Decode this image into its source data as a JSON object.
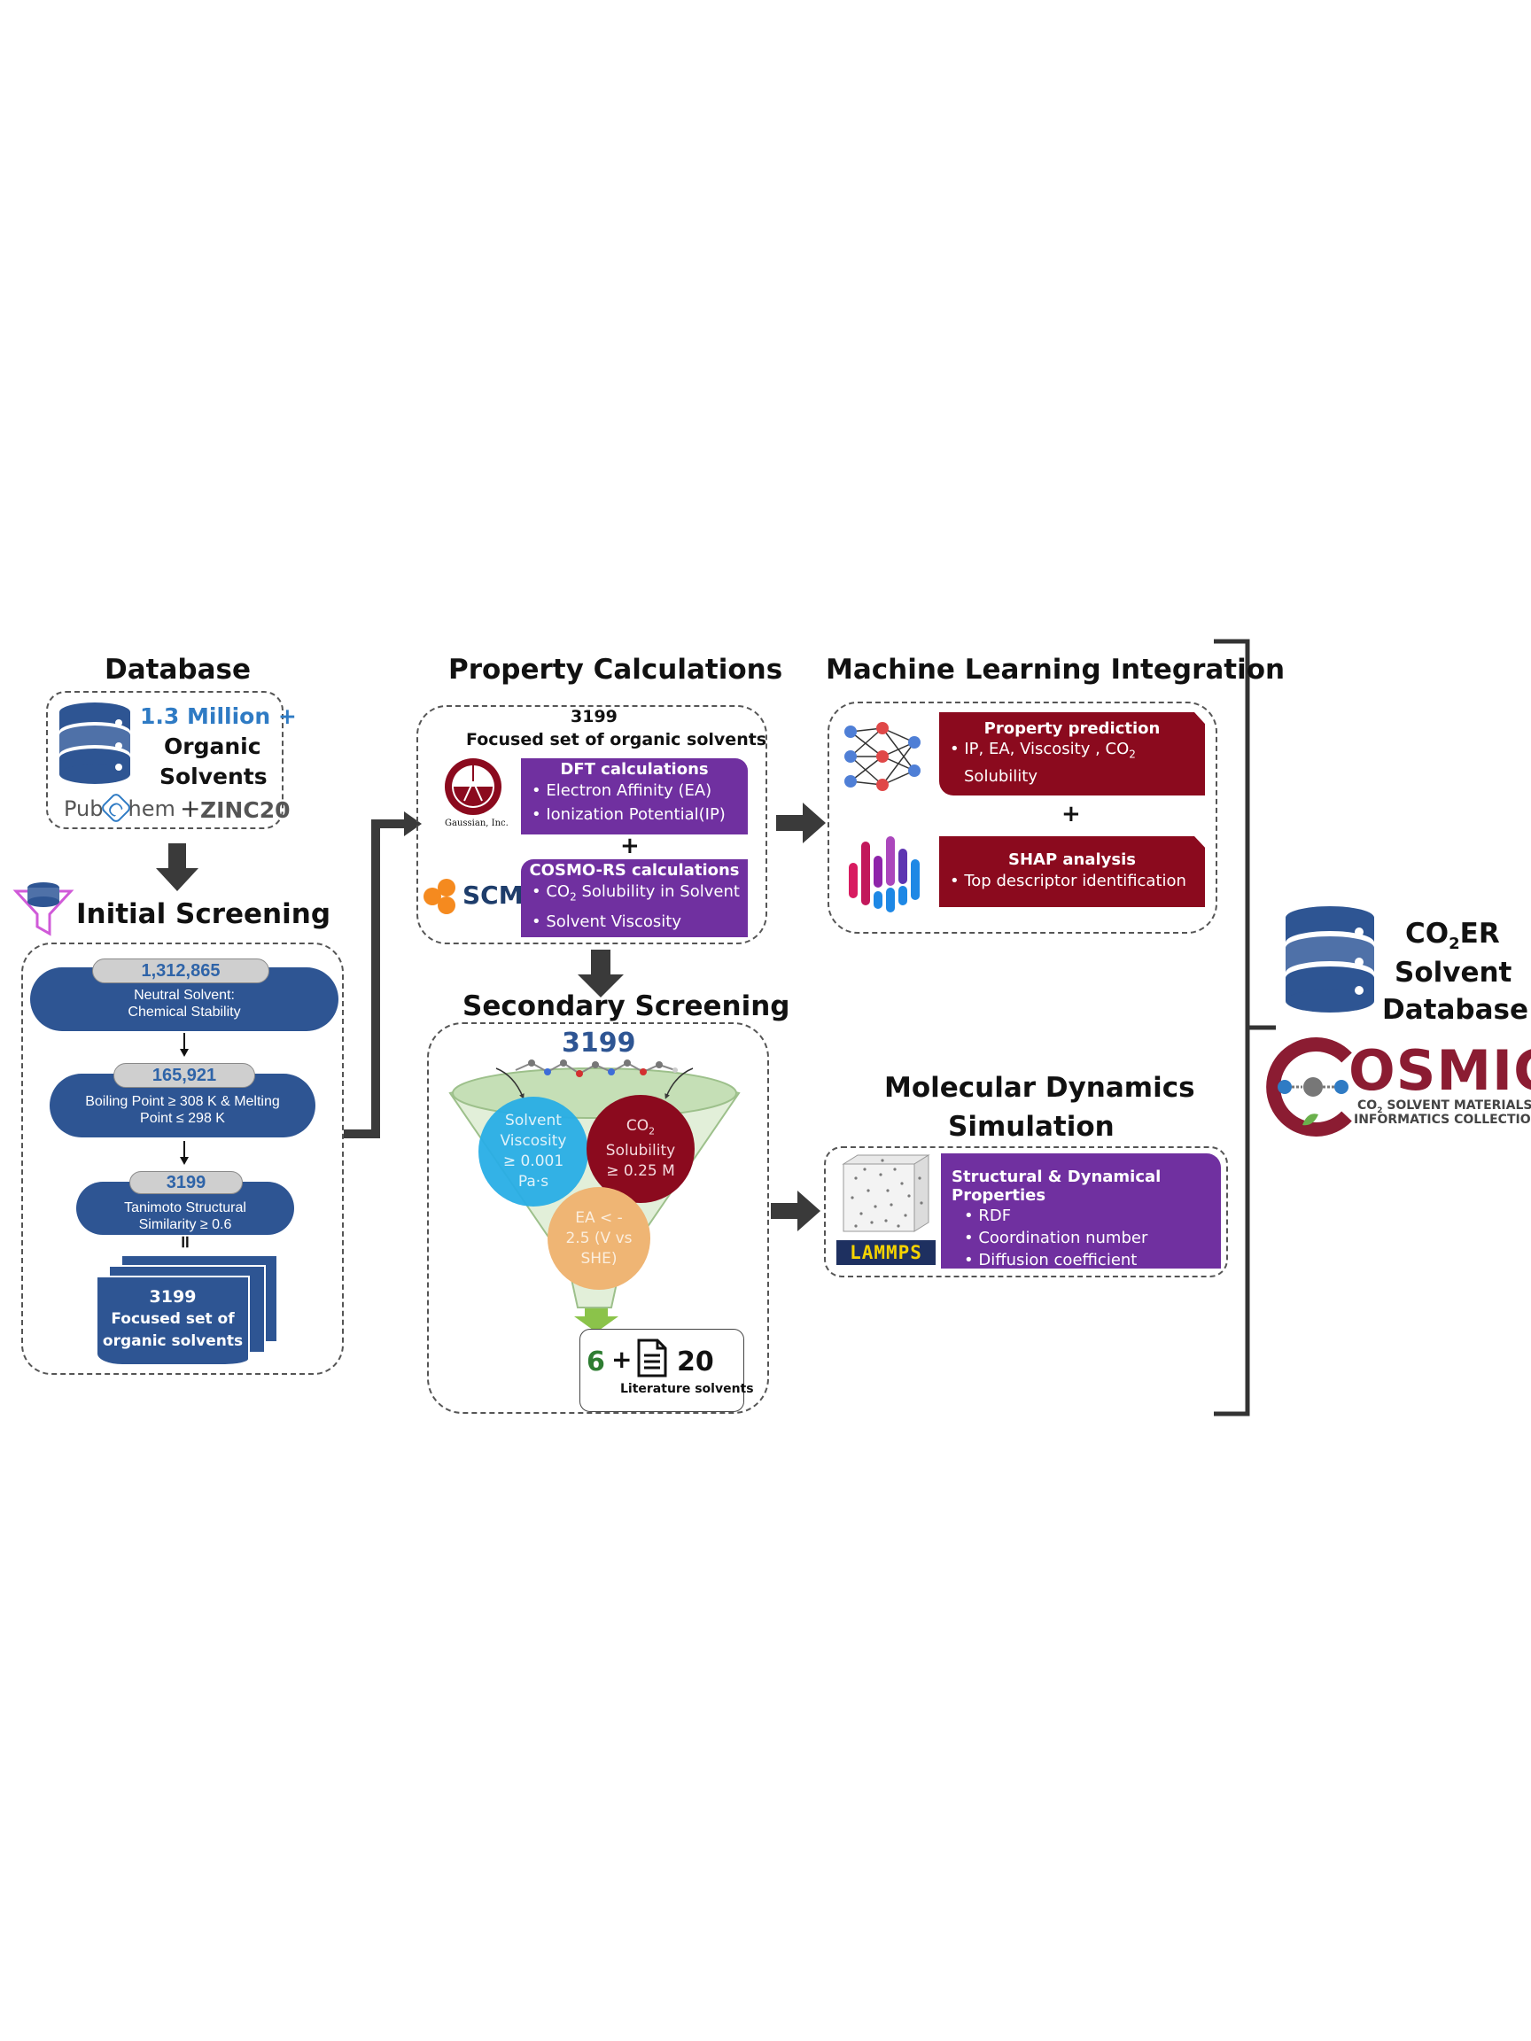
{
  "database": {
    "title": "Database",
    "count": "1.3 Million +",
    "line2": "Organic",
    "line3": "Solvents",
    "pubchem_pub": "Pub",
    "pubchem_c": "C",
    "pubchem_hem": "hem",
    "plus": "+",
    "zinc": "ZINC20"
  },
  "initial_screening": {
    "title": "Initial Screening",
    "steps": [
      {
        "count": "1,312,865",
        "label1": "Neutral Solvent:",
        "label2": "Chemical Stability"
      },
      {
        "count": "165,921",
        "label1": "Boiling Point ≥ 308 K & Melting",
        "label2": "Point ≤ 298 K"
      },
      {
        "count": "3199",
        "label1": "Tanimoto Structural",
        "label2": "Similarity ≥ 0.6"
      }
    ],
    "equals": "=",
    "result": {
      "count": "3199",
      "line1": "Focused set of",
      "line2": "organic solvents"
    }
  },
  "property_calculations": {
    "title": "Property Calculations",
    "count": "3199",
    "subtitle": "Focused set of organic solvents",
    "gaussian_label": "Gaussian, Inc.",
    "dft": {
      "header": "DFT calculations",
      "items": [
        "Electron Affinity (EA)",
        "Ionization Potential(IP)"
      ]
    },
    "plus": "+",
    "scm_label": "SCM",
    "cosmo": {
      "header": "COSMO-RS calculations",
      "item1_pre": "CO",
      "item1_sub": "2",
      "item1_post": " Solubility in Solvent",
      "item2": "Solvent Viscosity"
    }
  },
  "secondary_screening": {
    "title": "Secondary Screening",
    "count": "3199",
    "circle_viscosity": [
      "Solvent",
      "Viscosity",
      "≥ 0.001",
      "Pa·s"
    ],
    "circle_co2": {
      "pre": "CO",
      "sub": "2",
      "line2": "Solubility",
      "line3": "≥ 0.25 M"
    },
    "circle_ea": [
      "EA < -",
      "2.5 (V vs",
      "SHE)"
    ],
    "result_six": "6",
    "result_plus": "+",
    "result_twenty": "20",
    "result_label": "Literature solvents"
  },
  "ml_integration": {
    "title": "Machine Learning Integration",
    "property_prediction": {
      "header": "Property prediction",
      "item_pre": "IP, EA, Viscosity , CO",
      "item_sub": "2",
      "item_line2": "Solubility"
    },
    "plus": "+",
    "shap": {
      "header": "SHAP analysis",
      "item": "Top descriptor identification"
    }
  },
  "molecular_dynamics": {
    "title1": "Molecular  Dynamics",
    "title2": "Simulation",
    "lammps": "LAMMPS",
    "header": "Structural & Dynamical Properties",
    "items": [
      "RDF",
      "Coordination number",
      "Diffusion coefficient"
    ]
  },
  "final_database": {
    "line1_pre": "CO",
    "line1_sub": "2",
    "line1_post": "ER",
    "line2": "Solvent",
    "line3": "Database",
    "cosmic_logo": "OSMIC",
    "cosmic_sub1_pre": "CO",
    "cosmic_sub1_sub": "2",
    "cosmic_sub1_post": " SOLVENT MATERIALS",
    "cosmic_sub2": "INFORMATICS COLLECTION"
  },
  "colors": {
    "blue": "#2e5593",
    "purple": "#7030a0",
    "maroon": "#8b0a1e",
    "arrow": "#3a3a3a",
    "green": "#2e7d32"
  }
}
